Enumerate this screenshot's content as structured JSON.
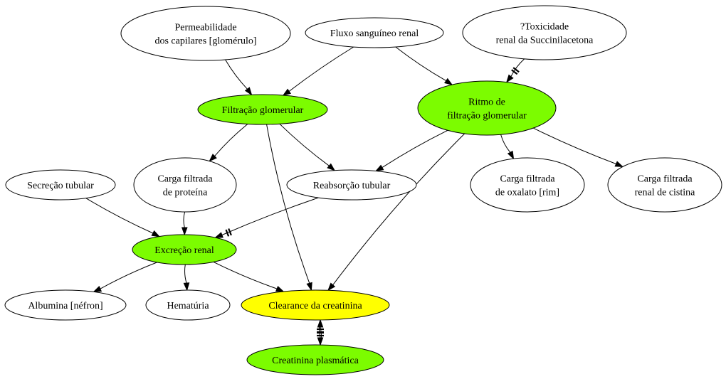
{
  "colors": {
    "white": "#ffffff",
    "green": "#7cfc00",
    "yellow": "#ffff00",
    "stroke": "#000000"
  },
  "nodes": {
    "permeabilidade": {
      "lines": [
        "Permeabilidade",
        "dos capilares [glomérulo]"
      ],
      "fill": "white"
    },
    "fluxo": {
      "lines": [
        "Fluxo sanguíneo renal"
      ],
      "fill": "white"
    },
    "toxicidade": {
      "lines": [
        "?Toxicidade",
        "renal da Succinilacetona"
      ],
      "fill": "white"
    },
    "filtracao": {
      "lines": [
        "Filtração glomerular"
      ],
      "fill": "green"
    },
    "ritmo": {
      "lines": [
        "Ritmo de",
        "filtração glomerular"
      ],
      "fill": "green"
    },
    "secrecao": {
      "lines": [
        "Secreção tubular"
      ],
      "fill": "white"
    },
    "carga_proteina": {
      "lines": [
        "Carga filtrada",
        "de proteína"
      ],
      "fill": "white"
    },
    "reabsorcao": {
      "lines": [
        "Reabsorção tubular"
      ],
      "fill": "white"
    },
    "carga_oxalato": {
      "lines": [
        "Carga filtrada",
        "de oxalato [rim]"
      ],
      "fill": "white"
    },
    "carga_cistina": {
      "lines": [
        "Carga filtrada",
        "renal de cistina"
      ],
      "fill": "white"
    },
    "excrecao": {
      "lines": [
        "Excreção renal"
      ],
      "fill": "green"
    },
    "albumina": {
      "lines": [
        "Albumina [néfron]"
      ],
      "fill": "white"
    },
    "hematuria": {
      "lines": [
        "Hematúria"
      ],
      "fill": "white"
    },
    "clearance": {
      "lines": [
        "Clearance da creatinina"
      ],
      "fill": "yellow"
    },
    "creatinina": {
      "lines": [
        "Creatinina plasmática"
      ],
      "fill": "green"
    }
  },
  "edges": [
    {
      "from": "permeabilidade",
      "to": "filtracao",
      "blocked": false
    },
    {
      "from": "fluxo",
      "to": "filtracao",
      "blocked": false
    },
    {
      "from": "fluxo",
      "to": "ritmo",
      "blocked": false
    },
    {
      "from": "toxicidade",
      "to": "ritmo",
      "blocked": true
    },
    {
      "from": "filtracao",
      "to": "carga_proteina",
      "blocked": false
    },
    {
      "from": "filtracao",
      "to": "reabsorcao",
      "blocked": false
    },
    {
      "from": "filtracao",
      "to": "clearance",
      "blocked": false
    },
    {
      "from": "ritmo",
      "to": "reabsorcao",
      "blocked": false
    },
    {
      "from": "ritmo",
      "to": "carga_oxalato",
      "blocked": false
    },
    {
      "from": "ritmo",
      "to": "carga_cistina",
      "blocked": false
    },
    {
      "from": "ritmo",
      "to": "clearance",
      "blocked": false
    },
    {
      "from": "secrecao",
      "to": "excrecao",
      "blocked": false
    },
    {
      "from": "carga_proteina",
      "to": "excrecao",
      "blocked": false
    },
    {
      "from": "reabsorcao",
      "to": "excrecao",
      "blocked": true
    },
    {
      "from": "excrecao",
      "to": "albumina",
      "blocked": false
    },
    {
      "from": "excrecao",
      "to": "hematuria",
      "blocked": false
    },
    {
      "from": "excrecao",
      "to": "clearance",
      "blocked": false
    },
    {
      "from": "clearance",
      "to": "creatinina",
      "blocked": true
    },
    {
      "from": "creatinina",
      "to": "clearance",
      "blocked": true
    }
  ]
}
